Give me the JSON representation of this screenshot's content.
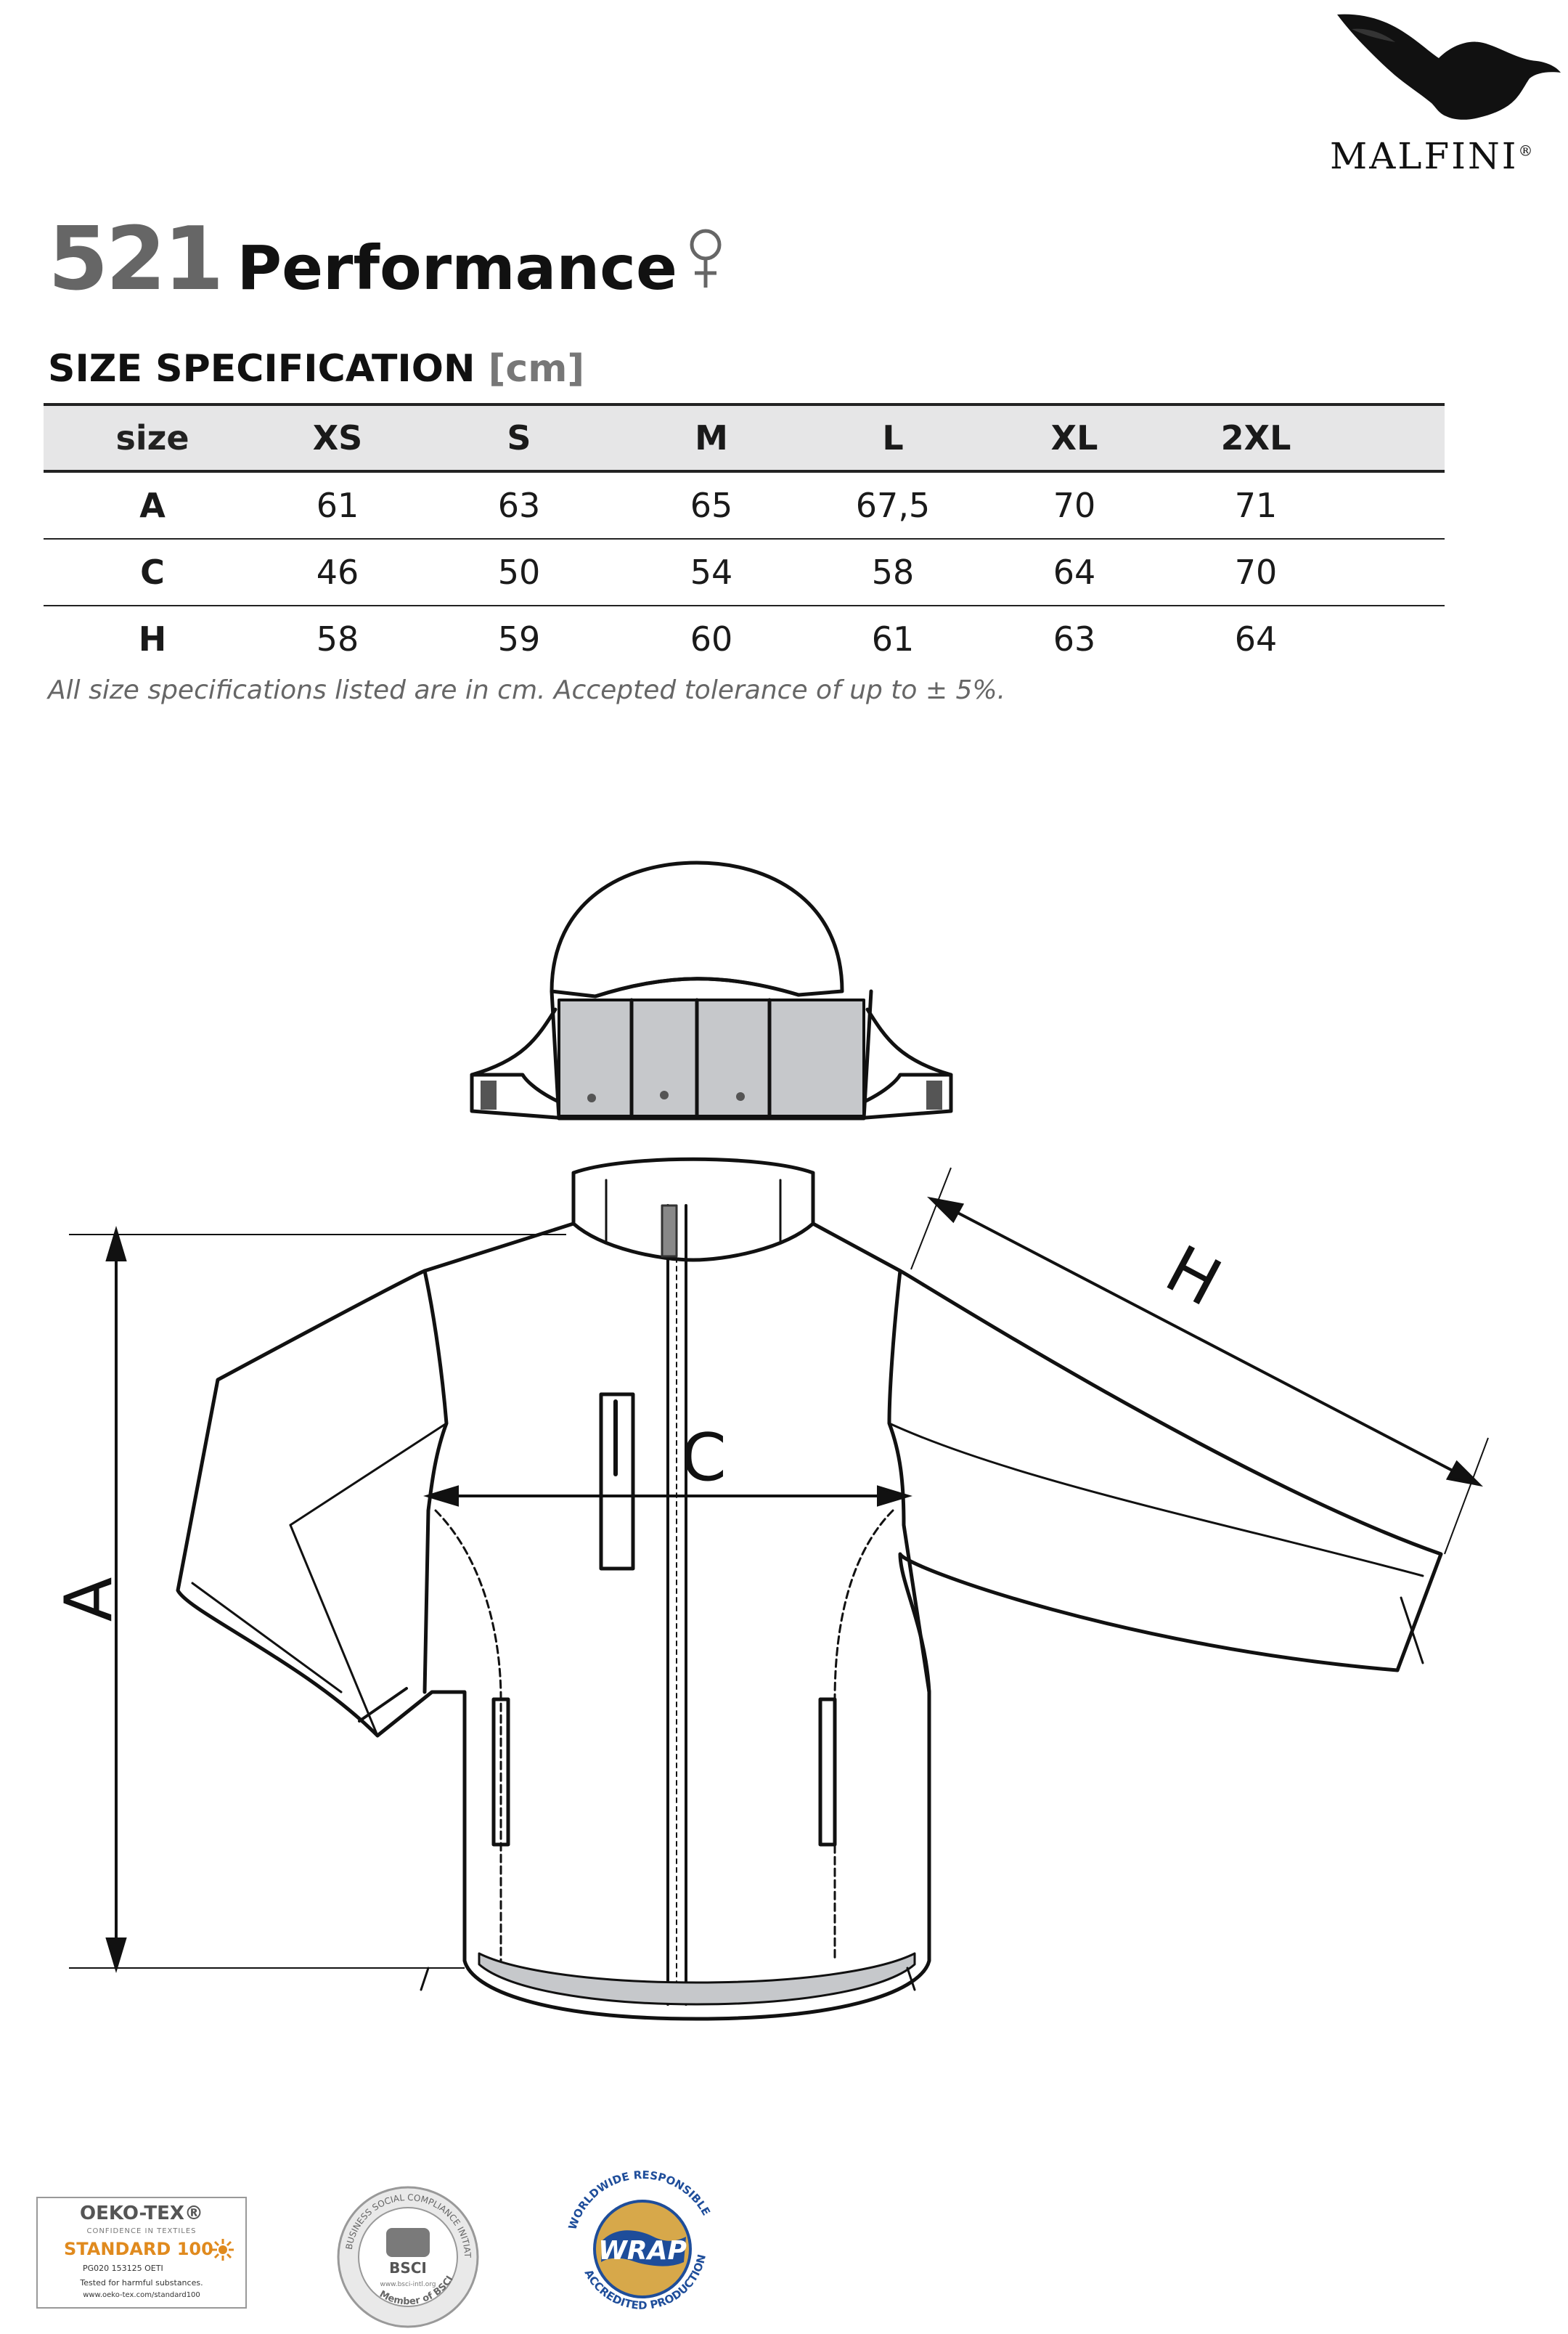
{
  "brand": {
    "name": "MALFINI",
    "registered": "®"
  },
  "product": {
    "number": "521",
    "name": "Performance",
    "gender_icon": "female-symbol-icon"
  },
  "spec": {
    "title": "SIZE SPECIFICATION",
    "unit": "[cm]"
  },
  "table": {
    "header": [
      "size",
      "XS",
      "S",
      "M",
      "L",
      "XL",
      "2XL"
    ],
    "rows": [
      [
        "A",
        "61",
        "63",
        "65",
        "67,5",
        "70",
        "71"
      ],
      [
        "C",
        "46",
        "50",
        "54",
        "58",
        "64",
        "70"
      ],
      [
        "H",
        "58",
        "59",
        "60",
        "61",
        "63",
        "64"
      ]
    ]
  },
  "note": "All size specifications listed are in cm. Accepted tolerance of up to ± 5%.",
  "measurements": {
    "a": "A",
    "c": "C",
    "h": "H"
  },
  "certifications": {
    "oeko": {
      "title": "OEKO-TEX®",
      "subtitle": "CONFIDENCE IN TEXTILES",
      "standard": "STANDARD 100",
      "code": "PG020 153125 OETI",
      "tested": "Tested for harmful substances.",
      "url": "www.oeko-tex.com/standard100"
    },
    "bsci": {
      "ring_text": "BUSINESS SOCIAL COMPLIANCE INITIATIVE",
      "label": "BSCI",
      "url": "www.bsci-intl.org",
      "member": "Member of BSCI"
    },
    "wrap": {
      "top_text": "WORLDWIDE RESPONSIBLE",
      "label": "WRAP",
      "bottom_text": "ACCREDITED PRODUCTION"
    }
  }
}
